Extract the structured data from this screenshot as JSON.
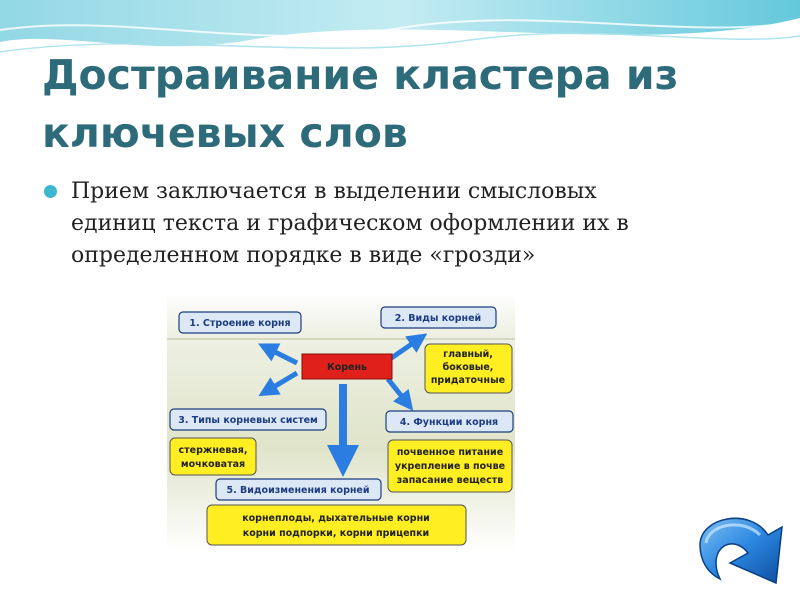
{
  "slide": {
    "title_line1": "Достраивание кластера из",
    "title_line2": "ключевых слов",
    "bullet": {
      "line1": "Прием заключается в выделении смысловых",
      "line2": "единиц текста и графическом оформлении их в",
      "line3": "определенном порядке в виде «грозди»"
    }
  },
  "diagram": {
    "center": "Корень",
    "box1": "1. Строение корня",
    "box2": "2. Виды корней",
    "box2_detail": [
      "главный,",
      "боковые,",
      "придаточные"
    ],
    "box3": "3. Типы корневых систем",
    "box3_detail": [
      "стержневая,",
      "мочковатая"
    ],
    "box4": "4. Функции корня",
    "box4_detail": [
      "почвенное питание",
      "укрепление в почве",
      "запасание веществ"
    ],
    "box5": "5. Видоизменения корней",
    "box5_detail": [
      "корнеплоды, дыхательные корни",
      "корни подпорки, корни прицепки"
    ]
  },
  "icons": {
    "next": "curved-arrow-down-right-icon",
    "bullet": "circle-bullet-icon"
  },
  "colors": {
    "title": "#2e6b7a",
    "bullet": "#3fb6cf",
    "root_box": "#e0201b",
    "yellow_box": "#ffee22",
    "label_box": "#dde8f6",
    "arrow": "#2b7de2"
  }
}
